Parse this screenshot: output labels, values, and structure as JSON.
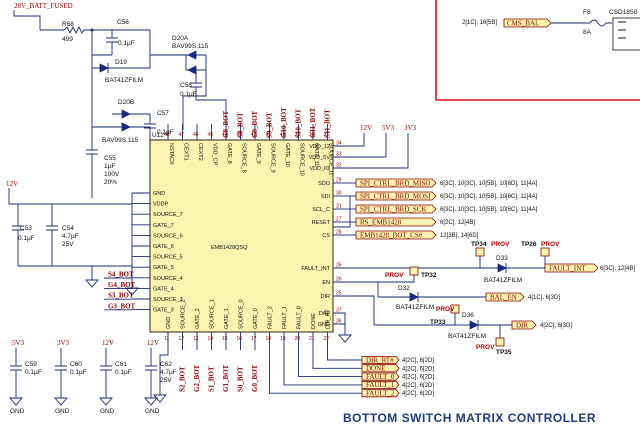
{
  "title": "BOTTOM SWITCH MATRIX CONTROLLER",
  "top_net": "28V_BATT_FUSED",
  "right_block": {
    "xref": "2[1C], 16[5B]",
    "net": "CMS_BAL",
    "fuse_ref": "F8",
    "fuse_val": "8A",
    "part_ref": "CSD1850"
  },
  "ic": {
    "ref": "U12",
    "name": "EMB1428QSQ"
  },
  "left_pins": [
    {
      "num": "",
      "label": "GND"
    },
    {
      "num": "",
      "label": "VDDP"
    },
    {
      "num": "",
      "label": "SOURCE_7"
    },
    {
      "num": "",
      "label": "GATE_7"
    },
    {
      "num": "",
      "label": "SOURCE_6"
    },
    {
      "num": "",
      "label": "GATE_6"
    },
    {
      "num": "",
      "label": "SOURCE_5"
    },
    {
      "num": "",
      "label": "GATE_5"
    },
    {
      "num": "",
      "label": "SOURCE_4"
    },
    {
      "num": "",
      "label": "GATE_4"
    },
    {
      "num": "",
      "label": "SOURCE_3"
    },
    {
      "num": "",
      "label": "GATE_3"
    }
  ],
  "left_nets": [
    "S4_BOT",
    "G4_BOT",
    "S3_BOT",
    "G3_BOT"
  ],
  "top_pins": [
    {
      "num": "48",
      "label": "NSTACK"
    },
    {
      "num": "47",
      "label": "CEXT1"
    },
    {
      "num": "46",
      "label": "CEXT2"
    },
    {
      "num": "45",
      "label": "VDD_CP"
    },
    {
      "num": "44",
      "label": "GATE_8"
    },
    {
      "num": "43",
      "label": "SOURCE_8"
    },
    {
      "num": "42",
      "label": "GATE_9"
    },
    {
      "num": "41",
      "label": "SOURCE_9"
    },
    {
      "num": "40",
      "label": "GATE_10"
    },
    {
      "num": "39",
      "label": "SOURCE_10"
    },
    {
      "num": "38",
      "label": "GATE_11"
    },
    {
      "num": "37",
      "label": "SOURCE_11"
    }
  ],
  "top_nets": [
    "G8_BOT",
    "S8_BOT",
    "G9_BOT",
    "S9_BOT",
    "G10_BOT",
    "S10_BOT",
    "G11_BOT",
    "S11_BOT"
  ],
  "right_pins": [
    {
      "num": "34",
      "label": "VDD_12"
    },
    {
      "num": "33",
      "label": "VDD_5V"
    },
    {
      "num": "32",
      "label": "VDD_IO"
    },
    {
      "num": "29",
      "label": "SDO"
    },
    {
      "num": "30",
      "label": "SDI"
    },
    {
      "num": "31",
      "label": "SCL_C"
    },
    {
      "num": "27",
      "label": "RESET"
    },
    {
      "num": "28",
      "label": "CS"
    },
    {
      "num": "35",
      "label": "FAULT_INT"
    },
    {
      "num": "26",
      "label": "EN"
    },
    {
      "num": "25",
      "label": "DIR"
    },
    {
      "num": "37",
      "label": "DAP"
    },
    {
      "num": "36",
      "label": "GND"
    }
  ],
  "supply_labels": {
    "v12": "12V",
    "v5": "5V3",
    "v3": "3V3"
  },
  "spi_nets": [
    {
      "net": "SPI_CTRL_BRD_MISO",
      "xref": "6[3C], 10[3C], 10[5B], 10[6D], 11[4A]"
    },
    {
      "net": "SPI_CTRL_BRD_MOSI",
      "xref": "6[3C], 10[3C], 10[5B], 10[6C], 11[4A]"
    },
    {
      "net": "SPI_CTRL_BRD_SCK",
      "xref": "6[3C], 10[3C], 10[5B], 10[6C], 11[4A]"
    },
    {
      "net": "RS_EMB1428",
      "xref": "6[2C], 12[4B]"
    },
    {
      "net": "EMB1428_BOT_CS#",
      "xref": "12[3B], 14[6D]"
    }
  ],
  "fault_net": {
    "net": "FAULT_INT",
    "xref": "6[3C], 12[4B]"
  },
  "bal_net": {
    "net": "BAL_EN",
    "xref": "4[1C], 6[3D]"
  },
  "dir_net": {
    "net": "DIR",
    "xref": "4[2C], 6[3D]"
  },
  "test_points": [
    "TP34",
    "TP26",
    "TP32",
    "TP33",
    "TP35"
  ],
  "prov": "PROV",
  "diodes": [
    {
      "ref": "D33",
      "part": "BAT41ZFILM"
    },
    {
      "ref": "D32",
      "part": "BAT41ZFILM"
    },
    {
      "ref": "D36",
      "part": "BAT41ZFILM"
    }
  ],
  "bottom_pins": [
    {
      "num": "11",
      "label": "GND"
    },
    {
      "num": "12",
      "label": "SOURCE_2"
    },
    {
      "num": "13",
      "label": "GATE_2"
    },
    {
      "num": "14",
      "label": "SOURCE_1"
    },
    {
      "num": "15",
      "label": "GATE_1"
    },
    {
      "num": "16",
      "label": "SOURCE_0"
    },
    {
      "num": "17",
      "label": "GATE_0"
    },
    {
      "num": "18",
      "label": "FAULT_2"
    },
    {
      "num": "19",
      "label": "FAULT_1"
    },
    {
      "num": "20",
      "label": "FAULT_0"
    },
    {
      "num": "21",
      "label": "DONE"
    },
    {
      "num": "22",
      "label": "DIR_RT"
    }
  ],
  "bottom_nets": [
    "S2_BOT",
    "G2_BOT",
    "S1_BOT",
    "G1_BOT",
    "S0_BOT",
    "G0_BOT"
  ],
  "bottom_right_nets": [
    {
      "net": "DIR_RT#",
      "xref": "4[2C], 6[2D]"
    },
    {
      "net": "DONE",
      "xref": "4[2C], 6[2D]"
    },
    {
      "net": "FAULT_0",
      "xref": "4[2C], 6[2D]"
    },
    {
      "net": "FAULT_1",
      "xref": "4[2C], 6[2D]"
    },
    {
      "net": "FAULT_2",
      "xref": "4[2C], 6[2D]"
    }
  ],
  "components": {
    "R68": {
      "ref": "R68",
      "val": "499"
    },
    "C56": {
      "ref": "C56",
      "val": "0.1µF"
    },
    "D20A": {
      "ref": "D20A",
      "part": "BAV99S,115"
    },
    "D19": {
      "ref": "D19",
      "part": "BAT41ZFILM"
    },
    "C58": {
      "ref": "C58",
      "val": "0.1µF"
    },
    "D20B": {
      "ref": "D20B",
      "part": "BAV99S,115"
    },
    "C57": {
      "ref": "C57",
      "val": "0.1µF"
    },
    "C55": {
      "ref": "C55",
      "val": "1µF",
      "volt": "100V",
      "tol": "20%"
    },
    "C53": {
      "ref": "C53",
      "val": "0.1µF"
    },
    "C54": {
      "ref": "C54",
      "val": "4.7µF",
      "volt": "25V"
    },
    "C59": {
      "ref": "C59",
      "val": "0.1µF"
    },
    "C60": {
      "ref": "C60",
      "val": "0.1µF"
    },
    "C61": {
      "ref": "C61",
      "val": "0.1µF"
    },
    "C62": {
      "ref": "C62",
      "val": "4.7µF",
      "volt": "25V"
    }
  },
  "gnd_label": "GND",
  "bottom_supplies": [
    "5V3",
    "3V3",
    "12V",
    "12V"
  ],
  "left_supply": "12V"
}
